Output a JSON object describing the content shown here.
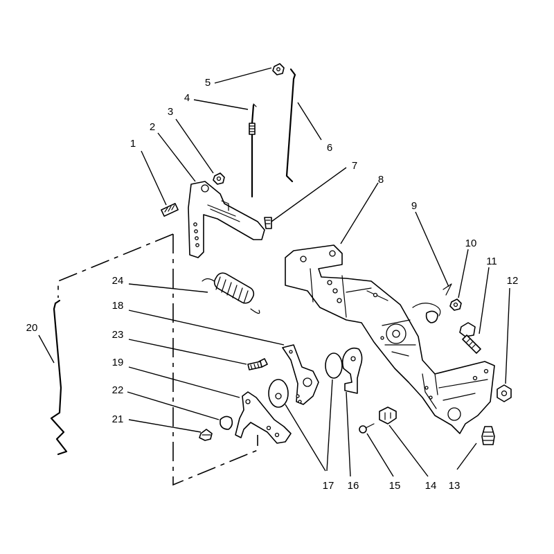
{
  "callouts": {
    "n1": "1",
    "n2": "2",
    "n3": "3",
    "n4": "4",
    "n5": "5",
    "n6": "6",
    "n7": "7",
    "n8": "8",
    "n9": "9",
    "n10": "10",
    "n11": "11",
    "n12": "12",
    "n13": "13",
    "n14": "14",
    "n15": "15",
    "n16": "16",
    "n17": "17",
    "n18": "18",
    "n19": "19",
    "n20": "20",
    "n21": "21",
    "n22": "22",
    "n23": "23",
    "n24": "24"
  }
}
